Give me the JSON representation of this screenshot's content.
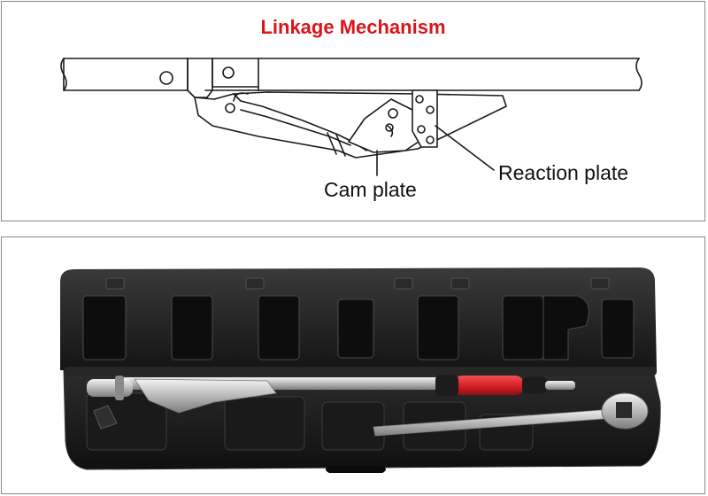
{
  "diagram": {
    "title": "Linkage Mechanism",
    "callouts": {
      "cam_plate": "Cam plate",
      "reaction_plate": "Reaction plate"
    },
    "title_color": "#d9151b"
  },
  "photo": {
    "grip_color": "#d8232a",
    "case_color": "#1e1e1e"
  }
}
